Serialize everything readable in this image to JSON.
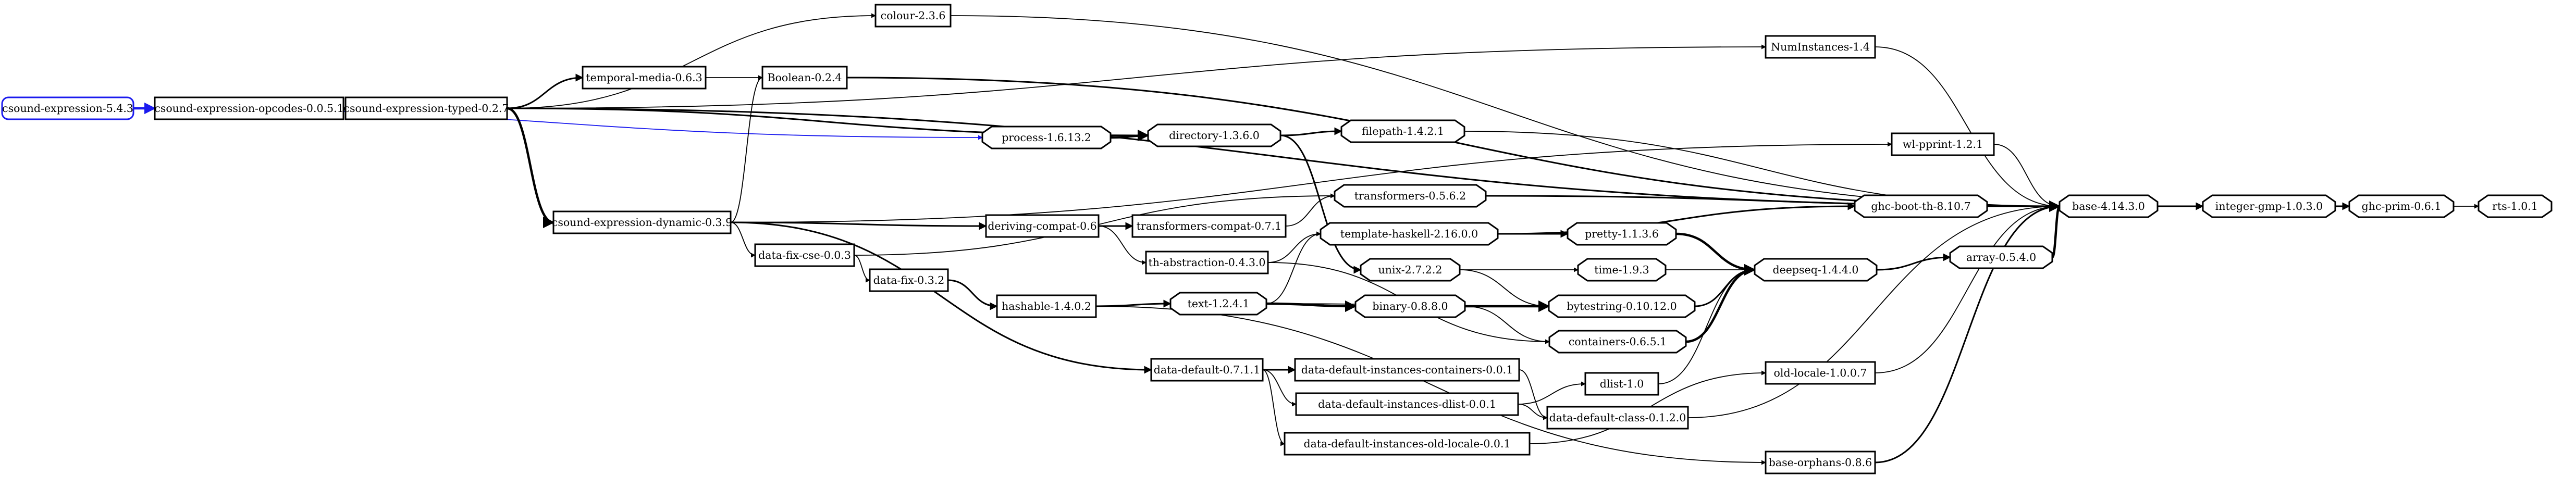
{
  "colors": {
    "blue": "#1a1aee",
    "black": "#000000"
  },
  "nodes": {
    "csound_expression": "csound-expression-5.4.3",
    "opcodes": "csound-expression-opcodes-0.0.5.1",
    "typed": "csound-expression-typed-0.2.7",
    "colour": "colour-2.3.6",
    "numinstances": "NumInstances-1.4",
    "temporal_media": "temporal-media-0.6.3",
    "boolean": "Boolean-0.2.4",
    "process": "process-1.6.13.2",
    "directory": "directory-1.3.6.0",
    "filepath": "filepath-1.4.2.1",
    "wl_pprint": "wl-pprint-1.2.1",
    "transformers": "transformers-0.5.6.2",
    "dynamic": "csound-expression-dynamic-0.3.9",
    "deriving_compat": "deriving-compat-0.6",
    "transformers_compat": "transformers-compat-0.7.1",
    "template_haskell": "template-haskell-2.16.0.0",
    "ghc_boot_th": "ghc-boot-th-8.10.7",
    "base": "base-4.14.3.0",
    "integer_gmp": "integer-gmp-1.0.3.0",
    "ghc_prim": "ghc-prim-0.6.1",
    "rts": "rts-1.0.1",
    "data_fix_cse": "data-fix-cse-0.0.3",
    "th_abstraction": "th-abstraction-0.4.3.0",
    "pretty": "pretty-1.1.3.6",
    "unix": "unix-2.7.2.2",
    "time": "time-1.9.3",
    "deepseq": "deepseq-1.4.4.0",
    "array": "array-0.5.4.0",
    "data_fix": "data-fix-0.3.2",
    "hashable": "hashable-1.4.0.2",
    "text": "text-1.2.4.1",
    "binary": "binary-0.8.8.0",
    "bytestring": "bytestring-0.10.12.0",
    "containers": "containers-0.6.5.1",
    "data_default": "data-default-0.7.1.1",
    "ddi_containers": "data-default-instances-containers-0.0.1",
    "dlist": "dlist-1.0",
    "ddi_dlist": "data-default-instances-dlist-0.0.1",
    "data_default_class": "data-default-class-0.1.2.0",
    "old_locale": "old-locale-1.0.0.7",
    "ddi_old_locale": "data-default-instances-old-locale-0.0.1",
    "base_orphans": "base-orphans-0.8.6"
  },
  "edges": [
    [
      "csound_expression",
      "opcodes",
      "blue-heavy"
    ],
    [
      "csound_expression",
      "process",
      "blue"
    ],
    [
      "opcodes",
      "typed",
      "heavy"
    ],
    [
      "typed",
      "colour",
      "thin"
    ],
    [
      "typed",
      "numinstances",
      "thin"
    ],
    [
      "typed",
      "temporal_media",
      "mid"
    ],
    [
      "typed",
      "directory",
      "mid"
    ],
    [
      "typed",
      "dynamic",
      "heavy"
    ],
    [
      "typed",
      "base",
      "mid"
    ],
    [
      "colour",
      "base",
      "thin"
    ],
    [
      "numinstances",
      "base",
      "thin"
    ],
    [
      "temporal_media",
      "boolean",
      "thin"
    ],
    [
      "boolean",
      "base",
      "mid"
    ],
    [
      "process",
      "directory",
      "heavy"
    ],
    [
      "directory",
      "filepath",
      "mid"
    ],
    [
      "directory",
      "unix",
      "mid"
    ],
    [
      "filepath",
      "base",
      "thin"
    ],
    [
      "wl_pprint",
      "base",
      "thin"
    ],
    [
      "transformers",
      "base",
      "mid"
    ],
    [
      "dynamic",
      "boolean",
      "thin"
    ],
    [
      "dynamic",
      "wl_pprint",
      "thin"
    ],
    [
      "dynamic",
      "deriving_compat",
      "mid"
    ],
    [
      "dynamic",
      "data_fix_cse",
      "thin"
    ],
    [
      "dynamic",
      "data_default",
      "mid"
    ],
    [
      "deriving_compat",
      "transformers_compat",
      "mid"
    ],
    [
      "deriving_compat",
      "th_abstraction",
      "thin"
    ],
    [
      "transformers_compat",
      "transformers",
      "thin"
    ],
    [
      "template_haskell",
      "ghc_boot_th",
      "mid"
    ],
    [
      "template_haskell",
      "pretty",
      "mid"
    ],
    [
      "ghc_boot_th",
      "base",
      "mid"
    ],
    [
      "base",
      "integer_gmp",
      "mid"
    ],
    [
      "integer_gmp",
      "ghc_prim",
      "mid"
    ],
    [
      "ghc_prim",
      "rts",
      "thin"
    ],
    [
      "data_fix_cse",
      "transformers",
      "thin"
    ],
    [
      "data_fix_cse",
      "data_fix",
      "thin"
    ],
    [
      "th_abstraction",
      "template_haskell",
      "thin"
    ],
    [
      "th_abstraction",
      "containers",
      "thin"
    ],
    [
      "pretty",
      "deepseq",
      "heavy"
    ],
    [
      "unix",
      "time",
      "thin"
    ],
    [
      "unix",
      "bytestring",
      "thin"
    ],
    [
      "time",
      "deepseq",
      "thin"
    ],
    [
      "deepseq",
      "array",
      "mid"
    ],
    [
      "array",
      "base",
      "heavy"
    ],
    [
      "data_fix",
      "hashable",
      "mid"
    ],
    [
      "hashable",
      "text",
      "mid"
    ],
    [
      "hashable",
      "base_orphans",
      "thin"
    ],
    [
      "text",
      "template_haskell",
      "thin"
    ],
    [
      "text",
      "binary",
      "heavy"
    ],
    [
      "text",
      "bytestring",
      "thin"
    ],
    [
      "binary",
      "bytestring",
      "heavy"
    ],
    [
      "binary",
      "containers",
      "thin"
    ],
    [
      "bytestring",
      "deepseq",
      "mid"
    ],
    [
      "containers",
      "deepseq",
      "heavy"
    ],
    [
      "data_default",
      "ddi_containers",
      "mid"
    ],
    [
      "data_default",
      "ddi_dlist",
      "thin"
    ],
    [
      "data_default",
      "ddi_old_locale",
      "thin"
    ],
    [
      "ddi_containers",
      "data_default_class",
      "thin"
    ],
    [
      "ddi_dlist",
      "dlist",
      "thin"
    ],
    [
      "ddi_dlist",
      "data_default_class",
      "thin"
    ],
    [
      "ddi_old_locale",
      "old_locale",
      "thin"
    ],
    [
      "dlist",
      "deepseq",
      "thin"
    ],
    [
      "data_default_class",
      "base",
      "thin"
    ],
    [
      "old_locale",
      "base",
      "thin"
    ],
    [
      "base_orphans",
      "base",
      "mid"
    ]
  ]
}
